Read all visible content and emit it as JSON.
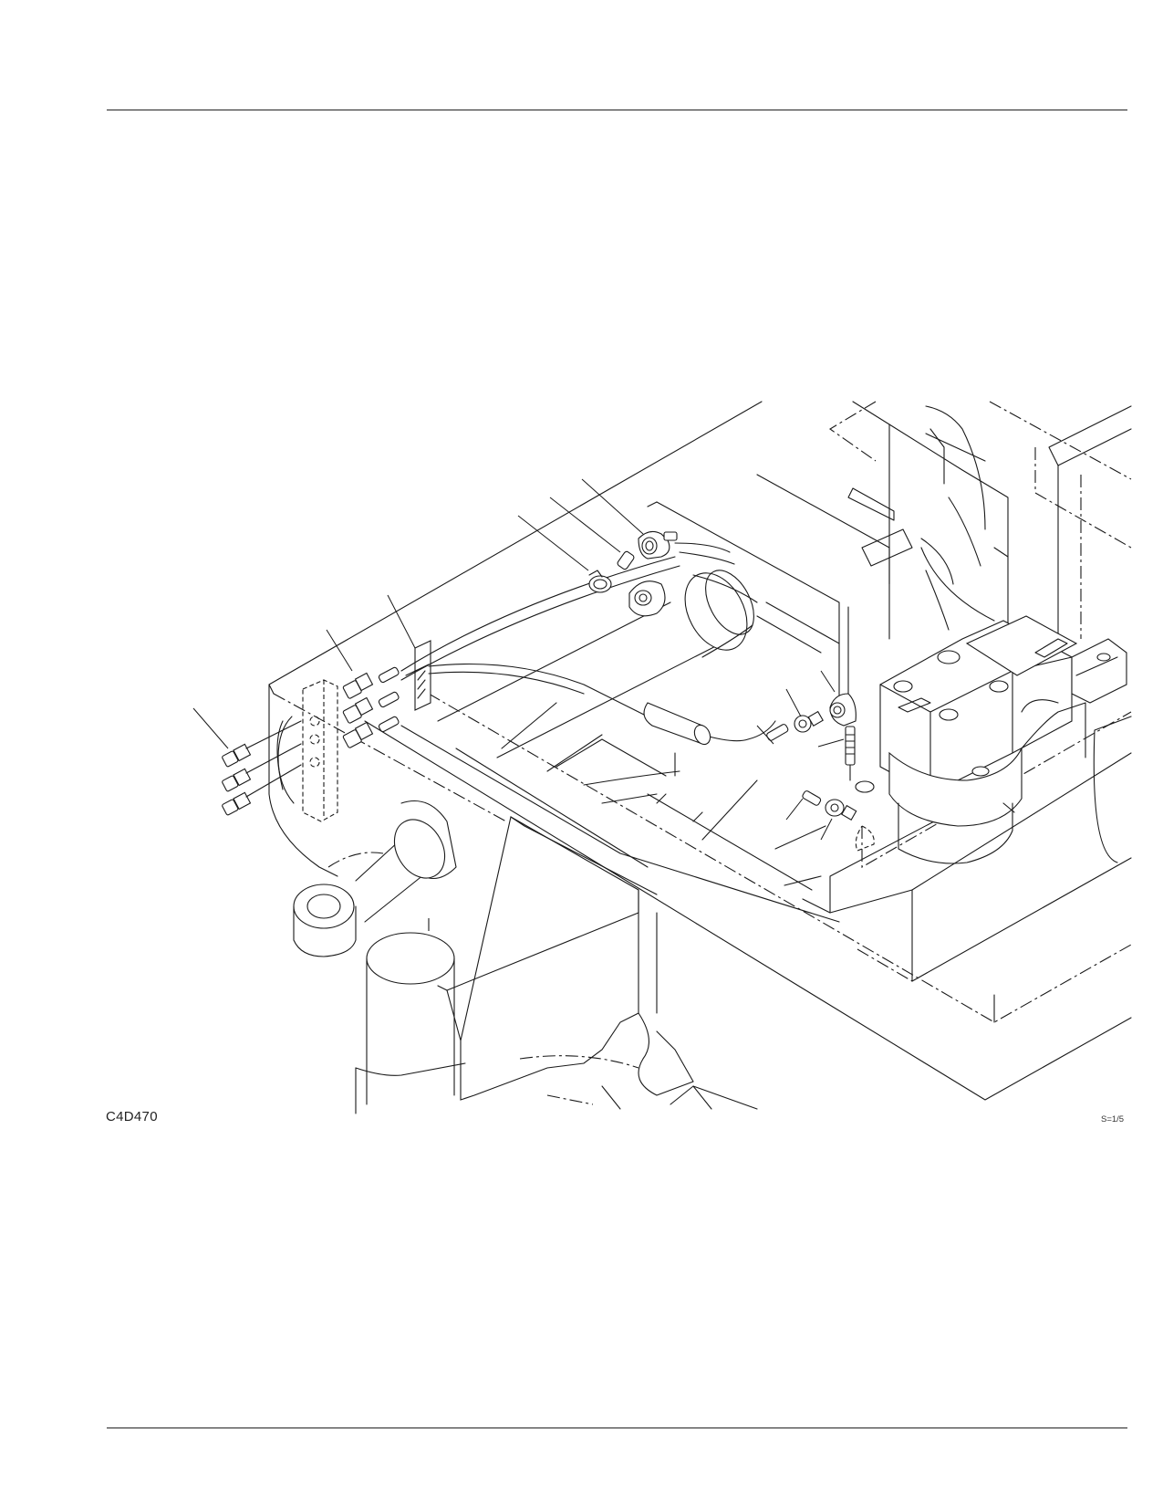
{
  "page": {
    "figure_id": "C4D470",
    "scale_note": "S=1/5"
  },
  "drawing": {
    "subject": "hydraulic-piping-installation",
    "parts": [
      "elbow",
      "hose-clamp",
      "hose",
      "connector-block",
      "union-fittings",
      "cylinder",
      "valve-body",
      "swivel-joint",
      "axle-pin"
    ]
  }
}
